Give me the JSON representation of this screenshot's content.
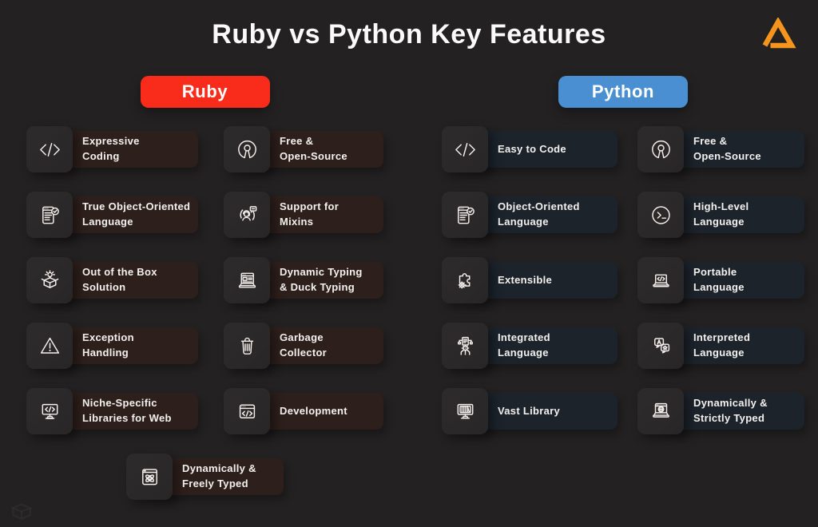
{
  "page": {
    "title": "Ruby vs Python Key Features",
    "background_color": "#232121",
    "logo": {
      "icon": "triangle-logo-icon",
      "color": "#F7941D"
    }
  },
  "columns": [
    {
      "name": "Ruby",
      "badge": {
        "label": "Ruby",
        "color": "#F92C1B"
      },
      "plate_color": "#2D1F1C",
      "items": [
        {
          "label": "Expressive\nCoding",
          "icon": "code-icon"
        },
        {
          "label": "Free &\nOpen-Source",
          "icon": "open-source-icon"
        },
        {
          "label": "True Object-Oriented\nLanguage",
          "icon": "checklist-document-icon"
        },
        {
          "label": "Support for\nMixins",
          "icon": "support-icon"
        },
        {
          "label": "Out of the Box\nSolution",
          "icon": "box-idea-icon"
        },
        {
          "label": "Dynamic Typing\n& Duck Typing",
          "icon": "laptop-window-icon"
        },
        {
          "label": "Exception\nHandling",
          "icon": "warning-icon"
        },
        {
          "label": "Garbage\nCollector",
          "icon": "trash-icon"
        },
        {
          "label": "Niche-Specific\nLibraries for Web",
          "icon": "monitor-code-icon"
        },
        {
          "label": "Development",
          "icon": "browser-code-icon"
        },
        {
          "label": "Dynamically &\nFreely Typed",
          "icon": "atom-window-icon"
        }
      ]
    },
    {
      "name": "Python",
      "badge": {
        "label": "Python",
        "color": "#4A8FD2"
      },
      "plate_color": "#1C232B",
      "items": [
        {
          "label": "Easy to Code",
          "icon": "code-icon"
        },
        {
          "label": "Free &\nOpen-Source",
          "icon": "open-source-icon"
        },
        {
          "label": "Object-Oriented\nLanguage",
          "icon": "checklist-document-icon"
        },
        {
          "label": "High-Level\nLanguage",
          "icon": "terminal-icon"
        },
        {
          "label": "Extensible",
          "icon": "puzzle-gear-icon"
        },
        {
          "label": "Portable\nLanguage",
          "icon": "laptop-code-icon"
        },
        {
          "label": "Integrated\nLanguage",
          "icon": "integration-icon"
        },
        {
          "label": "Interpreted\nLanguage",
          "icon": "translate-icon"
        },
        {
          "label": "Vast Library",
          "icon": "library-monitor-icon"
        },
        {
          "label": "Dynamically &\nStrictly Typed",
          "icon": "globe-laptop-icon"
        }
      ]
    }
  ]
}
